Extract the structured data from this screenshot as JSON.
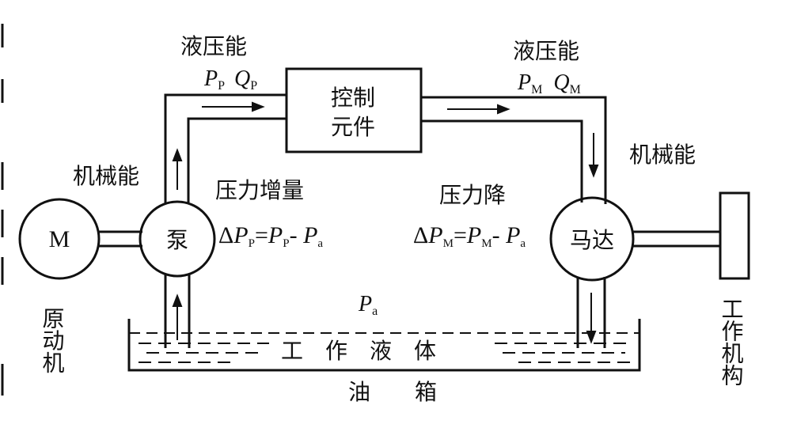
{
  "labels": {
    "hydraulic_energy_left": "液压能",
    "hydraulic_energy_right": "液压能",
    "mechanical_energy_left": "机械能",
    "mechanical_energy_right": "机械能",
    "pressure_increase": "压力增量",
    "pressure_drop": "压力降",
    "tank_liquid": "工　作　液　体",
    "tank_name": "油　　箱"
  },
  "components": {
    "prime_mover_symbol": "M",
    "prime_mover_name": "原动机",
    "pump": "泵",
    "motor": "马达",
    "control_line1": "控制",
    "control_line2": "元件",
    "work_mechanism": "工作机构"
  },
  "symbols": {
    "pump_pressure": "P",
    "pump_pressure_sub": "P",
    "pump_flow": "Q",
    "pump_flow_sub": "P",
    "motor_pressure": "P",
    "motor_pressure_sub": "M",
    "motor_flow": "Q",
    "motor_flow_sub": "M",
    "tank_pressure": "P",
    "tank_pressure_sub": "a"
  },
  "formulas": {
    "pump_delta": {
      "delta": "Δ",
      "p1": "P",
      "s1": "P",
      "eq": "=",
      "p2": "P",
      "s2": "P",
      "minus": "- ",
      "p3": "P",
      "s3": "a"
    },
    "motor_delta": {
      "delta": "Δ",
      "p1": "P",
      "s1": "M",
      "eq": "=",
      "p2": "P",
      "s2": "M",
      "minus": "- ",
      "p3": "P",
      "s3": "a"
    }
  },
  "colors": {
    "line": "#111111",
    "background": "#ffffff"
  }
}
